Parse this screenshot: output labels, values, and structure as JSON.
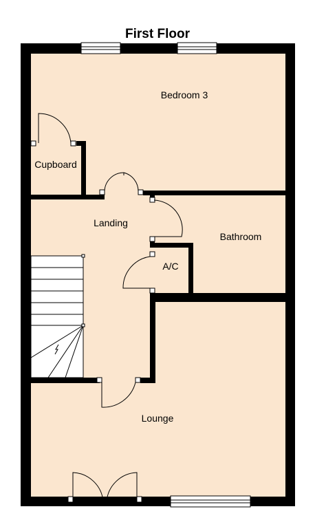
{
  "title": "First Floor",
  "rooms": {
    "bedroom": "Bedroom 3",
    "cupboard": "Cupboard",
    "landing": "Landing",
    "bathroom": "Bathroom",
    "airing_cupboard": "A/C",
    "lounge": "Lounge"
  },
  "colors": {
    "floor": "#fbe6cf",
    "wall": "#000000",
    "window": "#ffffff"
  }
}
